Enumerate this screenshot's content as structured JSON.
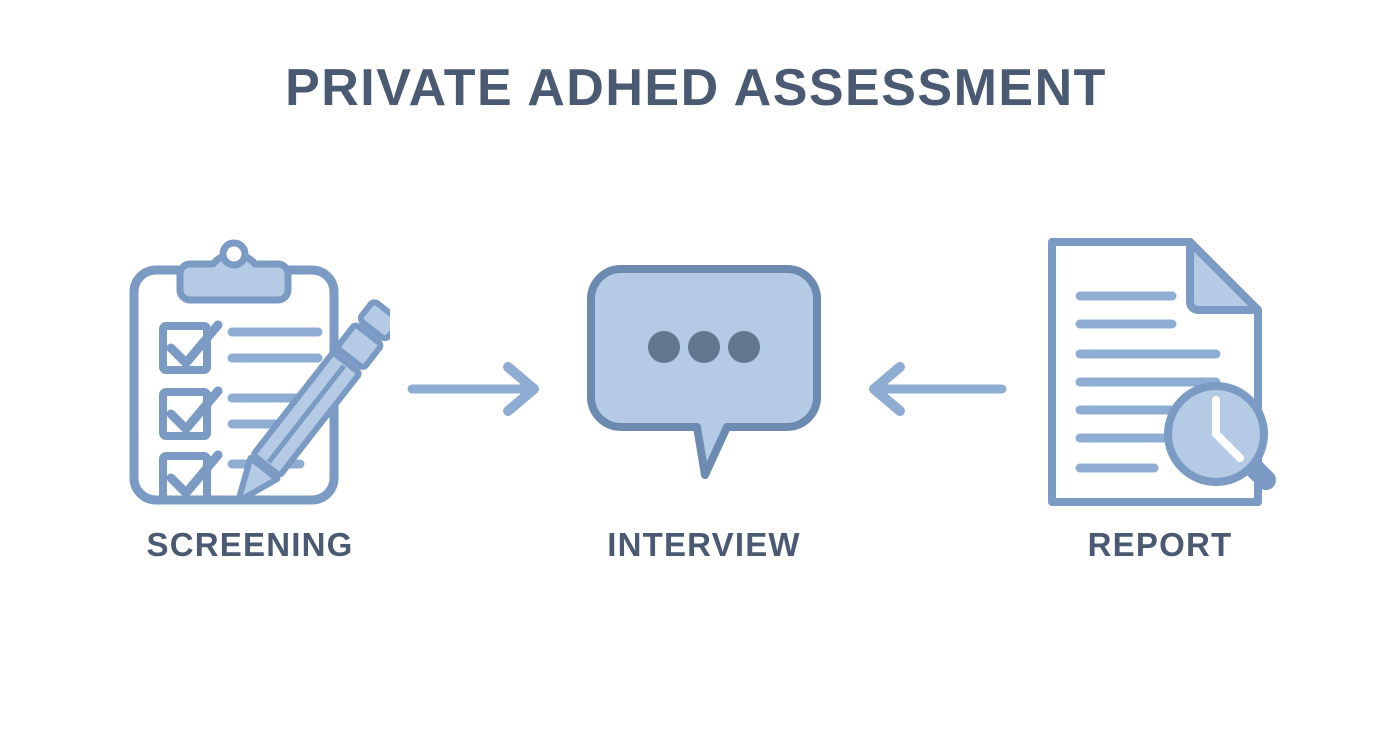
{
  "page": {
    "title": "PRIVATE ADHED ASSESSMENT",
    "background_color": "#ffffff",
    "text_color": "#4a5a72",
    "icon_fill_color": "#b4cae5",
    "icon_stroke_color": "#7b9ac4",
    "icon_dot_color": "#63788f",
    "arrow_color": "#8fadd2"
  },
  "steps": [
    {
      "label": "SCREENING",
      "icon": "clipboard-checklist-pencil-icon",
      "checkbox_count": 3,
      "line_count": 5
    },
    {
      "label": "INTERVIEW",
      "icon": "speech-bubble-icon",
      "dot_count": 3
    },
    {
      "label": "REPORT",
      "icon": "document-clock-magnifier-icon",
      "line_count": 7
    }
  ],
  "arrows": [
    {
      "name": "arrow-screening-to-interview",
      "direction": "right"
    },
    {
      "name": "arrow-report-to-interview",
      "direction": "left"
    }
  ]
}
